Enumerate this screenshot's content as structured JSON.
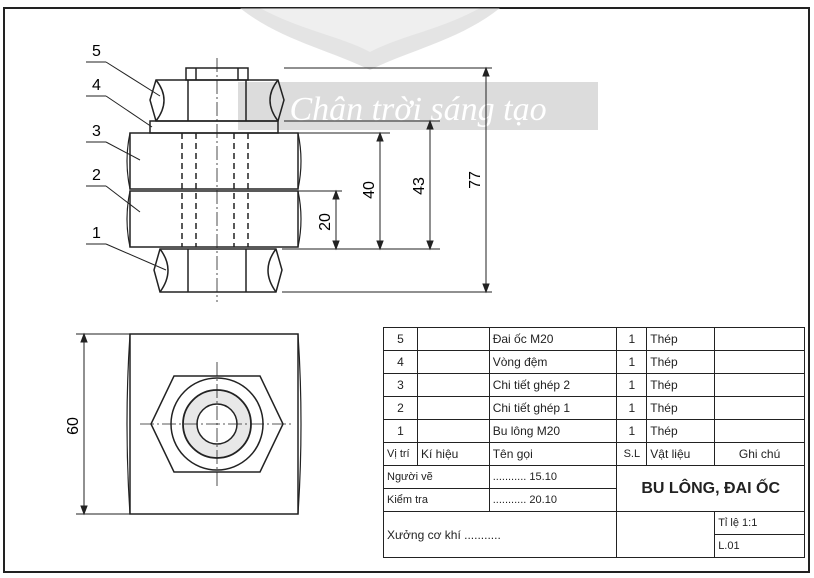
{
  "watermark": "Chân trời sáng tạo",
  "part_labels": [
    "5",
    "4",
    "3",
    "2",
    "1"
  ],
  "dimensions": {
    "d20": "20",
    "d40": "40",
    "d43": "43",
    "d77": "77",
    "d60": "60"
  },
  "parts_list": {
    "rows": [
      {
        "index": "5",
        "code": "",
        "name": "Đai ốc M20",
        "qty": "1",
        "material": "Thép",
        "note": ""
      },
      {
        "index": "4",
        "code": "",
        "name": "Vòng đệm",
        "qty": "1",
        "material": "Thép",
        "note": ""
      },
      {
        "index": "3",
        "code": "",
        "name": "Chi tiết ghép 2",
        "qty": "1",
        "material": "Thép",
        "note": ""
      },
      {
        "index": "2",
        "code": "",
        "name": "Chi tiết ghép 1",
        "qty": "1",
        "material": "Thép",
        "note": ""
      },
      {
        "index": "1",
        "code": "",
        "name": "Bu lông M20",
        "qty": "1",
        "material": "Thép",
        "note": ""
      }
    ],
    "headers": {
      "index": "Vị trí",
      "code": "Kí hiệu",
      "name": "Tên gọi",
      "qty": "S.L",
      "material": "Vật liệu",
      "note": "Ghi chú"
    }
  },
  "title_block": {
    "drawn_by_label": "Người vẽ",
    "drawn_dots": "...........",
    "drawn_date": "15.10",
    "checked_label": "Kiểm tra",
    "checked_dots": "...........",
    "checked_date": "20.10",
    "title": "BU LÔNG, ĐAI ỐC",
    "workshop": "Xưởng cơ khí ...........",
    "scale": "Tỉ lệ 1:1",
    "sheet": "L.01"
  }
}
